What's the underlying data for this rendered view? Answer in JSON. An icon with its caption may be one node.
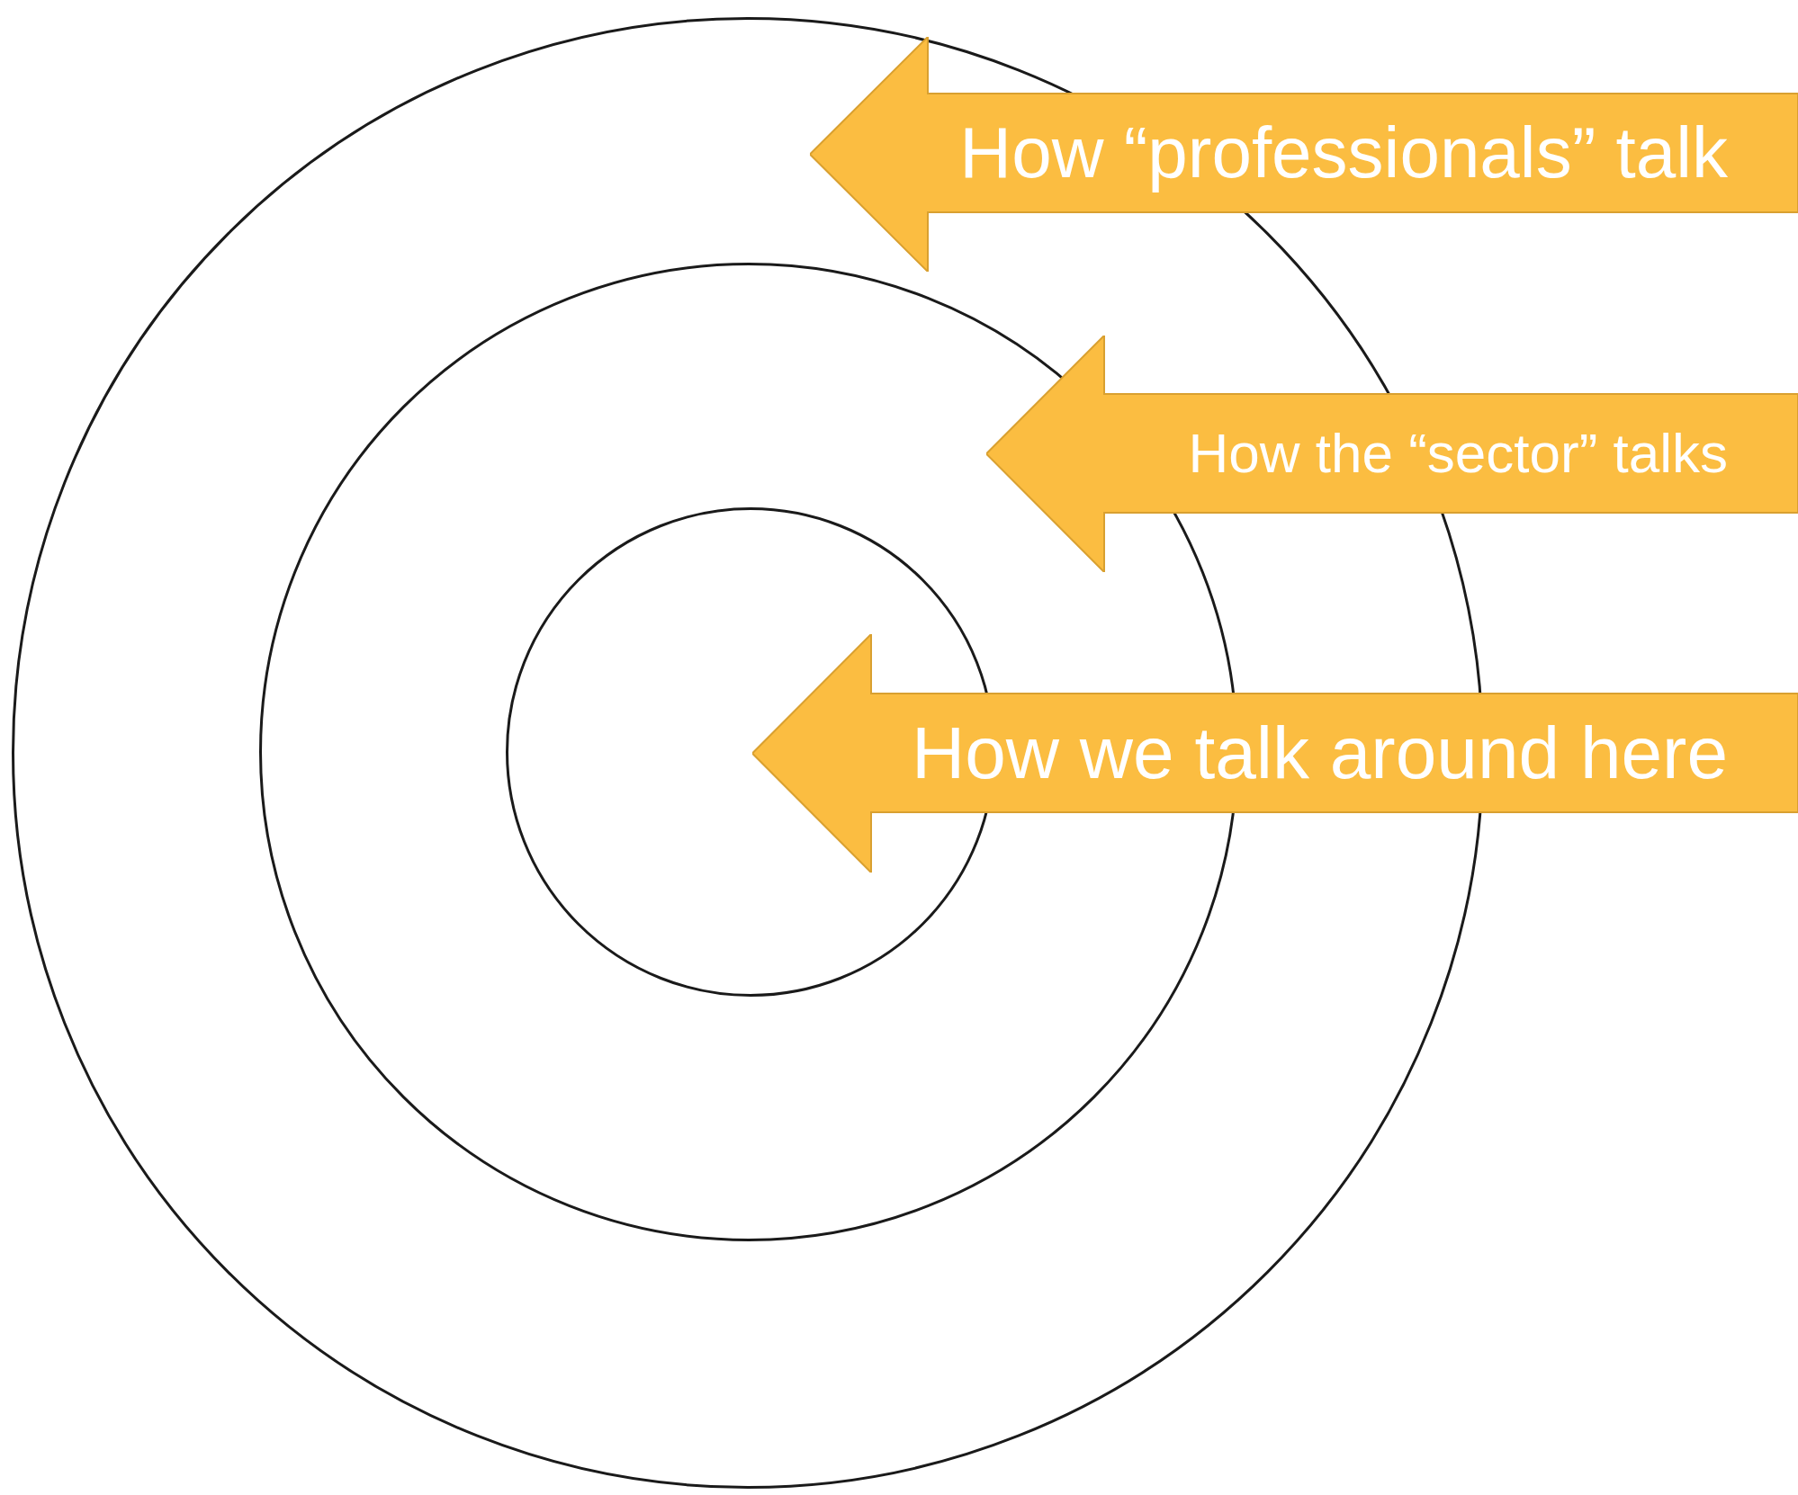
{
  "diagram": {
    "nodes": [
      {
        "text": [],
        "shape": "circle"
      },
      {
        "text": [],
        "shape": "circle",
        "in": 0
      },
      {
        "text": [],
        "shape": "circle",
        "in": 1
      },
      {
        "text": [
          "How “professionals” talk"
        ]
      },
      {
        "text": [
          "How the “sector” talks"
        ]
      },
      {
        "text": [
          "How we talk around here"
        ]
      }
    ]
  }
}
